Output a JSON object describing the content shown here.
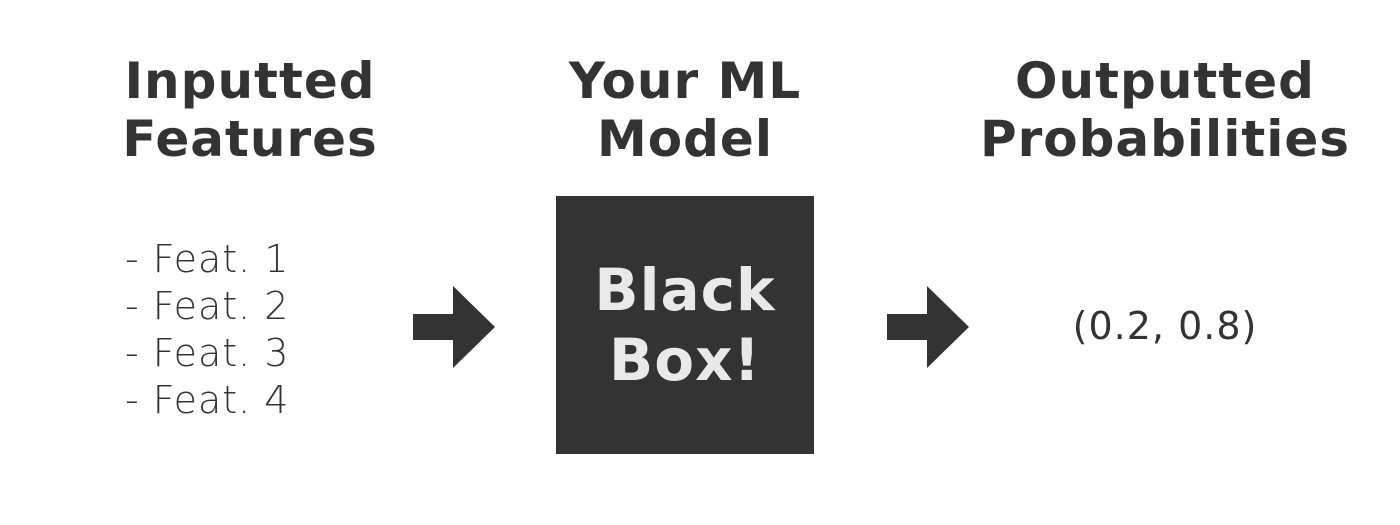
{
  "colors": {
    "dark": "#333333",
    "box_text": "#e9e9e9",
    "background": "#ffffff"
  },
  "input": {
    "title_line1": "Inputted",
    "title_line2": "Features",
    "features": [
      "- Feat. 1",
      "- Feat. 2",
      "- Feat. 3",
      "- Feat. 4"
    ]
  },
  "model": {
    "title_line1": "Your ML",
    "title_line2": "Model",
    "box_line1": "Black",
    "box_line2": "Box!"
  },
  "output": {
    "title_line1": "Outputted",
    "title_line2": "Probabilities",
    "value": "(0.2, 0.8)"
  },
  "icons": {
    "arrow_1": "right-arrow-icon",
    "arrow_2": "right-arrow-icon"
  }
}
